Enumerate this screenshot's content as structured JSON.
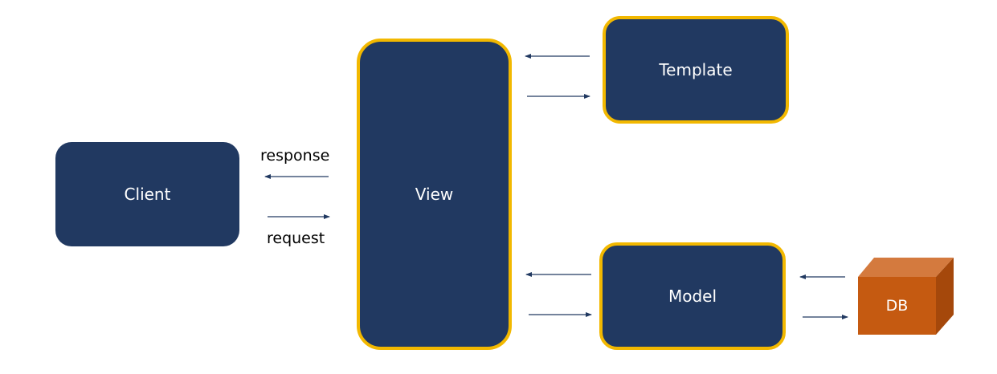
{
  "nodes": {
    "client": "Client",
    "view": "View",
    "template": "Template",
    "model": "Model",
    "db": "DB"
  },
  "edge_labels": {
    "response": "response",
    "request": "request"
  },
  "colors": {
    "box_fill": "#213961",
    "box_border": "#f2b800",
    "arrow": "#213961",
    "db_front": "#c55a11",
    "db_top": "#d47a3e",
    "db_side": "#a5480b"
  }
}
